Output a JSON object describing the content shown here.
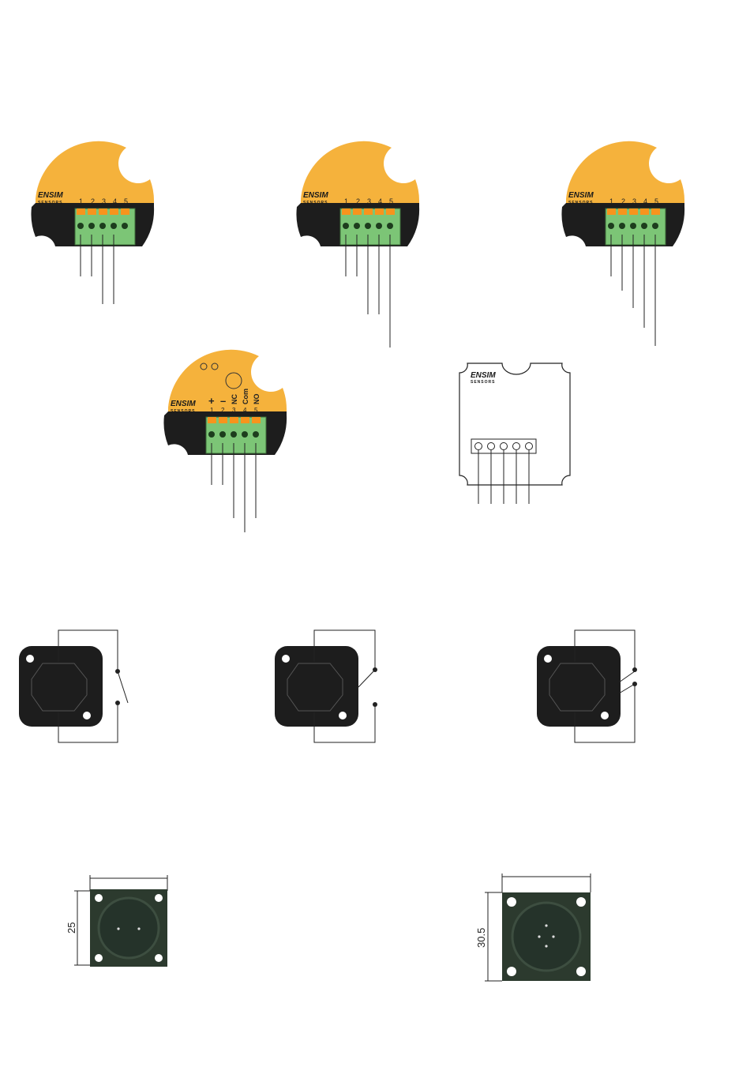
{
  "brand": {
    "logo_text": "ENSIM",
    "logo_subtext": "SENSORS"
  },
  "colors": {
    "housing_orange": "#f5b23c",
    "housing_dark": "#1d1d1d",
    "terminal_green": "#7cc576",
    "terminal_orange": "#f7941d",
    "connector_body": "#2c3a2e",
    "wire": "#222222"
  },
  "terminal_modules": [
    {
      "id": "module-1",
      "terminal_numbers": [
        "1",
        "2",
        "3",
        "4",
        "5"
      ],
      "wires_used": 4
    },
    {
      "id": "module-2",
      "terminal_numbers": [
        "1",
        "2",
        "3",
        "4",
        "5"
      ],
      "wires_used": 5
    },
    {
      "id": "module-3",
      "terminal_numbers": [
        "1",
        "2",
        "3",
        "4",
        "5"
      ],
      "wires_used": 5
    },
    {
      "id": "module-4",
      "terminal_numbers": [
        "1",
        "2",
        "3",
        "4",
        "5"
      ],
      "function_labels": [
        "+",
        "–",
        "NC",
        "Com",
        "NO"
      ],
      "wires_used": 5
    }
  ],
  "board_module": {
    "id": "module-5",
    "terminal_count": 5
  },
  "switch_diagrams": [
    {
      "id": "switch-normally-open"
    },
    {
      "id": "switch-normally-closed"
    },
    {
      "id": "switch-changeover"
    }
  ],
  "connectors": [
    {
      "id": "connector-small",
      "dimension_label": "25",
      "pins": 2
    },
    {
      "id": "connector-large",
      "dimension_label": "30.5",
      "pins": 4
    }
  ]
}
